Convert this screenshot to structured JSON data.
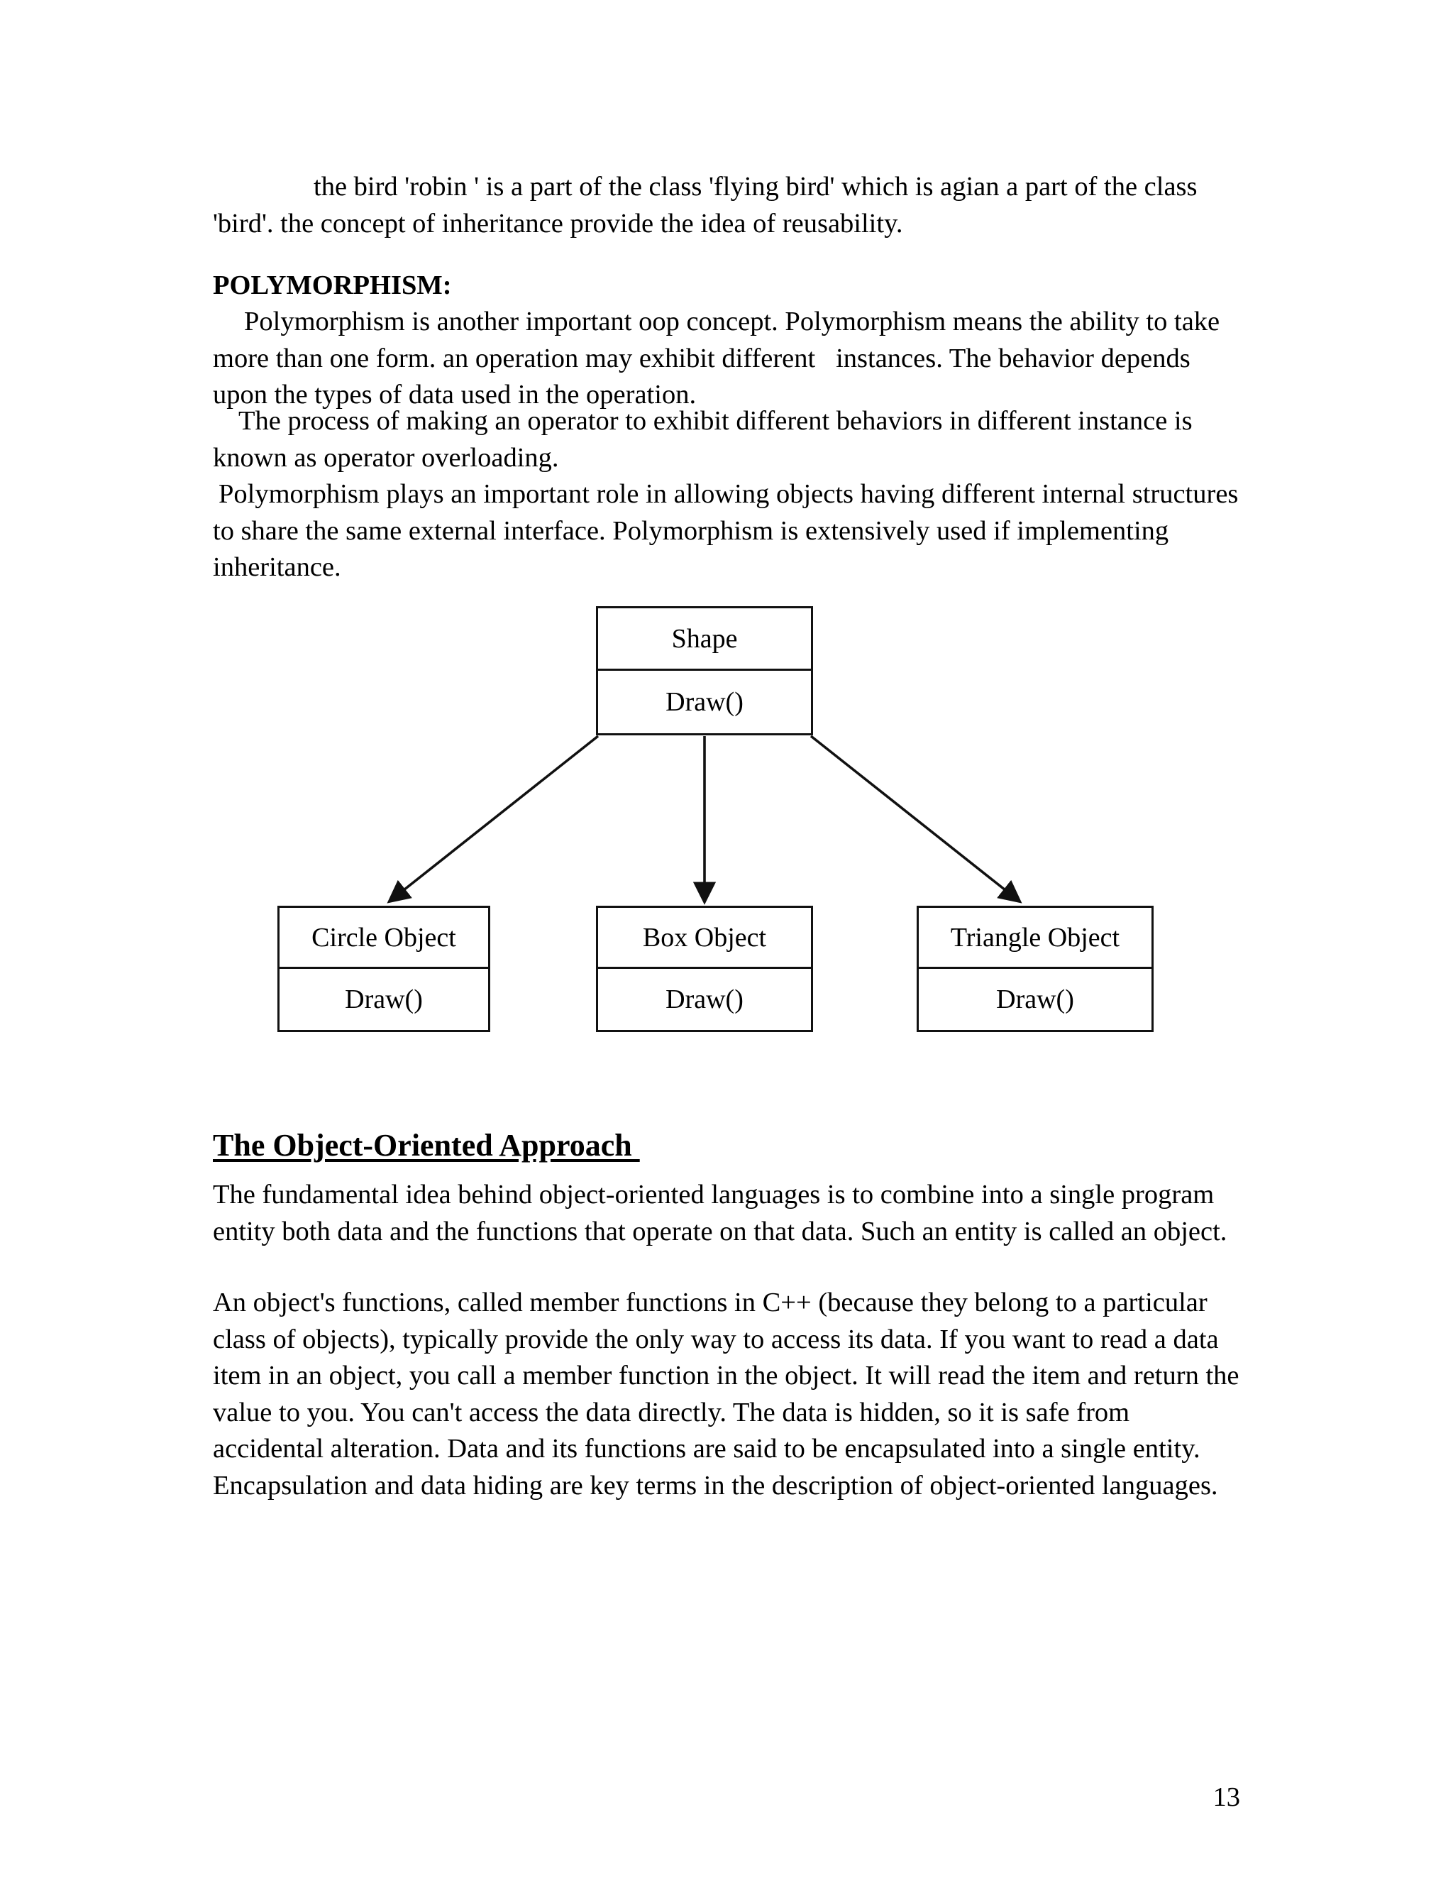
{
  "page": {
    "number": "13",
    "paragraphs": {
      "intro": "the bird 'robin ' is a part of the class 'flying bird' which is agian a part of the class 'bird'. the concept of inheritance provide the idea of reusability.",
      "polymorphism_heading": "POLYMORPHISM:",
      "polymorphism_p1": "Polymorphism is another important oop concept. Polymorphism means the ability to take more than one form. an operation may exhibit different   instances. The behavior depends upon the types of data used in the operation.",
      "polymorphism_p2": "The process of making an operator to exhibit different behaviors in different instance is known as operator overloading.",
      "polymorphism_p3": "Polymorphism plays an important role in allowing objects having different internal structures to share the same external interface. Polymorphism is extensively used if implementing inheritance.",
      "ooa_heading": "The Object-Oriented Approach ",
      "ooa_p1": "The fundamental idea behind object-oriented languages is to combine into a single program entity both data and the functions that operate on that data. Such an entity is called an object.",
      "ooa_p2": "An object's functions, called member functions in C++ (because they belong to a particular class of objects), typically provide the only way to access its data. If you want to read a data item in an object, you call a member function in the object. It will read the item and return the value to you. You can't access the data directly. The data is hidden, so it is safe from accidental alteration. Data and its functions are said to be encapsulated into a single entity. Encapsulation and data hiding are key terms in the description of object-oriented languages."
    }
  },
  "diagram": {
    "type": "class-inheritance-tree",
    "root": {
      "name": "Shape",
      "method": "Draw()"
    },
    "children": [
      {
        "name": "Circle Object",
        "method": "Draw()"
      },
      {
        "name": "Box Object",
        "method": "Draw()"
      },
      {
        "name": "Triangle Object",
        "method": "Draw()"
      }
    ],
    "edges": [
      {
        "from": "Shape",
        "to": "Circle Object",
        "style": "solid-arrow"
      },
      {
        "from": "Shape",
        "to": "Box Object",
        "style": "solid-arrow"
      },
      {
        "from": "Shape",
        "to": "Triangle Object",
        "style": "solid-arrow"
      }
    ],
    "colors": {
      "line": "#111111",
      "box_border": "#111111",
      "box_fill": "#ffffff"
    }
  }
}
